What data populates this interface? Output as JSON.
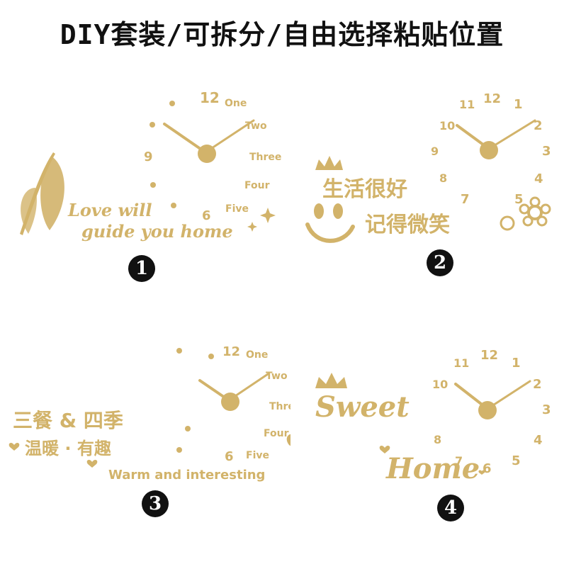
{
  "title": "DIY套装/可拆分/自由选择粘贴位置",
  "accent_color": "#d2b36a",
  "panels": [
    {
      "badge": "1",
      "numbers": [
        "12",
        "9",
        "6"
      ],
      "words": [
        "One",
        "Two",
        "Three",
        "Four",
        "Five"
      ],
      "text_line1": "Love will",
      "text_line2": "guide you home",
      "decor_icons": [
        "feather-icon",
        "sparkle-icon"
      ]
    },
    {
      "badge": "2",
      "numbers": [
        "12",
        "1",
        "2",
        "3",
        "4",
        "5",
        "7",
        "8",
        "9",
        "10",
        "11"
      ],
      "text_line1": "生活很好",
      "text_line2": "记得微笑",
      "decor_icons": [
        "crown-icon",
        "smiley-face-icon",
        "flower-icon"
      ]
    },
    {
      "badge": "3",
      "numbers": [
        "12",
        "6"
      ],
      "words": [
        "One",
        "Two",
        "Three",
        "Four",
        "Five"
      ],
      "text_line1": "三餐 & 四季",
      "text_line2": "温暖 · 有趣",
      "text_line3": "Warm and interesting",
      "decor_icons": [
        "heart-icon"
      ]
    },
    {
      "badge": "4",
      "numbers": [
        "12",
        "11",
        "1",
        "10",
        "2",
        "3",
        "4",
        "5",
        "6",
        "7",
        "8"
      ],
      "text_line1": "Sweet",
      "text_line2": "Home",
      "decor_icons": [
        "crown-icon",
        "heart-icon"
      ]
    }
  ]
}
